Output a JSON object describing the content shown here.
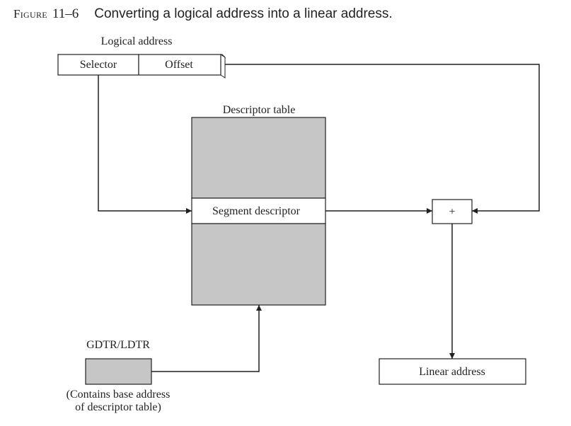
{
  "figure": {
    "label_word": "Figure",
    "label_number": "11–6",
    "caption": "Converting a logical address into a linear address."
  },
  "diagram": {
    "logical_address_label": "Logical address",
    "selector_label": "Selector",
    "offset_label": "Offset",
    "descriptor_table_label": "Descriptor table",
    "segment_descriptor_label": "Segment descriptor",
    "adder_symbol": "+",
    "linear_address_label": "Linear address",
    "gdtr_label": "GDTR/LDTR",
    "gdtr_note_line1": "(Contains base address",
    "gdtr_note_line2": "of descriptor table)"
  },
  "colors": {
    "line": "#231f20",
    "shaded_fill": "#c6c6c6",
    "background": "#ffffff"
  }
}
